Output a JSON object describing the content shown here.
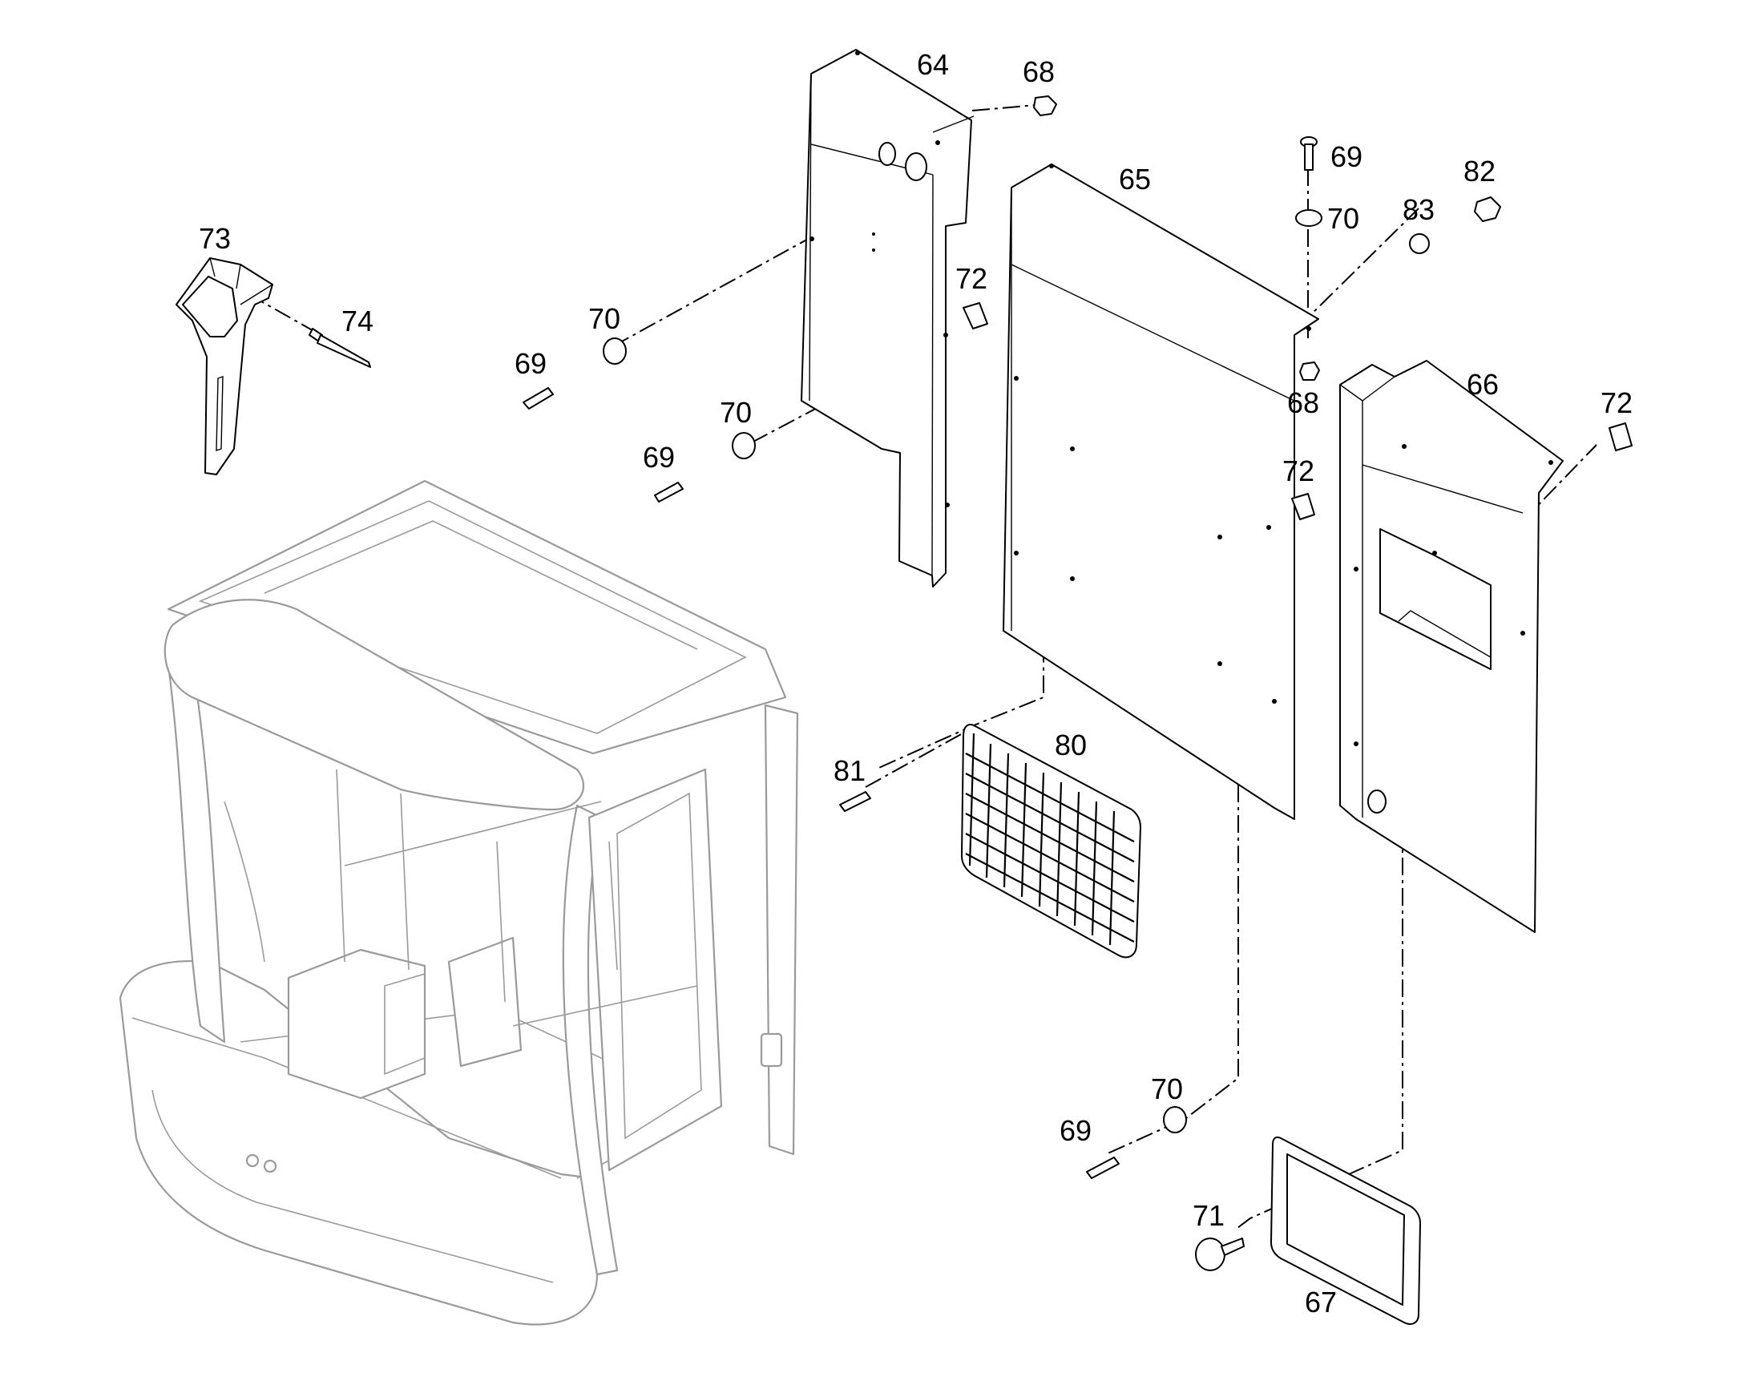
{
  "callouts": {
    "c64": "64",
    "c65": "65",
    "c66": "66",
    "c67": "67",
    "c68a": "68",
    "c68b": "68",
    "c69a": "69",
    "c69b": "69",
    "c69c": "69",
    "c69d": "69",
    "c70a": "70",
    "c70b": "70",
    "c70c": "70",
    "c70d": "70",
    "c71": "71",
    "c72a": "72",
    "c72b": "72",
    "c72c": "72",
    "c73": "73",
    "c74": "74",
    "c80": "80",
    "c81": "81",
    "c82": "82",
    "c83": "83"
  },
  "colors": {
    "line": "#000000",
    "cab_line": "#9a9a9a",
    "background": "#ffffff"
  }
}
